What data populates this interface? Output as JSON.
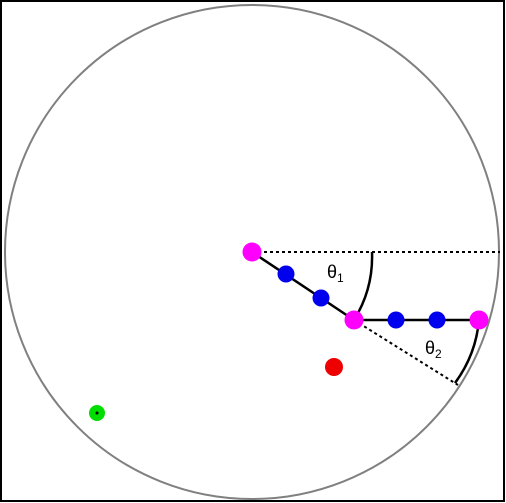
{
  "diagram": {
    "labels": {
      "theta1": {
        "symbol": "θ",
        "subscript": "1"
      },
      "theta2": {
        "symbol": "θ",
        "subscript": "2"
      }
    },
    "colors": {
      "frame": "#000000",
      "arena": "#808080",
      "link": "#000000",
      "joint": "#ff00ff",
      "body": "#0000ee",
      "target": "#ee0000",
      "start": "#00dd00",
      "reference_line": "#000000",
      "angle_arc": "#000000"
    }
  }
}
